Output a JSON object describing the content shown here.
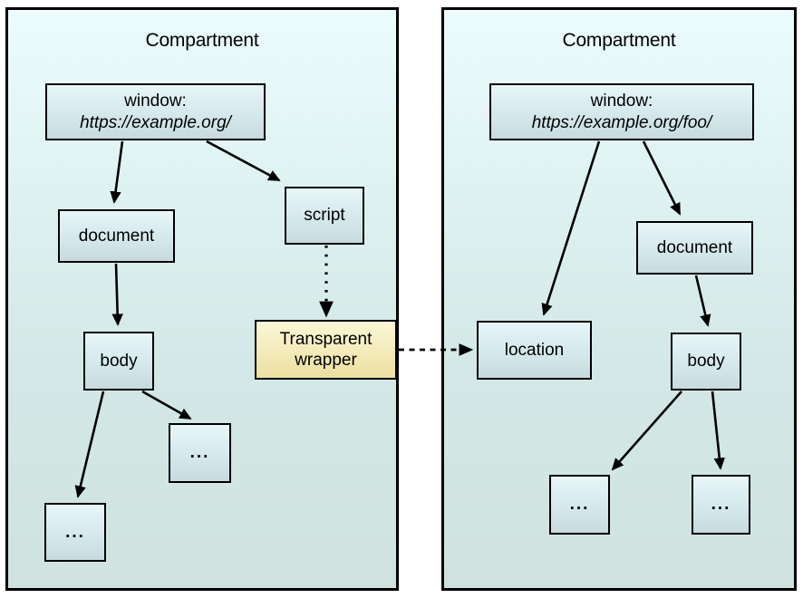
{
  "title": "Compartment diagram of cross-origin window wrappers",
  "colors": {
    "compartment_fill_top": "#ecfcfd",
    "compartment_fill_bottom": "#cfe2e0",
    "compartment_border": "#000000",
    "node_fill_top": "#e8f6f8",
    "node_fill_bottom": "#c7dade",
    "node_border": "#000000",
    "wrapper_fill_top": "#fbf6d6",
    "wrapper_fill_bottom": "#ebdf9f",
    "edge_color": "#000000",
    "page_background": "#ffffff"
  },
  "compartments": [
    {
      "id": "left",
      "title": "Compartment",
      "nodes": {
        "window_label": "window:",
        "window_url": "https://example.org/",
        "document": "document",
        "script": "script",
        "body": "body",
        "ellipsis_a": "...",
        "ellipsis_b": "...",
        "wrapper_line1": "Transparent",
        "wrapper_line2": "wrapper"
      }
    },
    {
      "id": "right",
      "title": "Compartment",
      "nodes": {
        "window_label": "window:",
        "window_url": "https://example.org/foo/",
        "document": "document",
        "location": "location",
        "body": "body",
        "ellipsis_a": "...",
        "ellipsis_b": "..."
      }
    }
  ],
  "edges": [
    {
      "from": "window-left",
      "to": "document-left",
      "style": "solid",
      "arrow": true
    },
    {
      "from": "window-left",
      "to": "script",
      "style": "solid",
      "arrow": true
    },
    {
      "from": "document-left",
      "to": "body-left",
      "style": "solid",
      "arrow": true
    },
    {
      "from": "body-left",
      "to": "ellipsis-l1",
      "style": "solid",
      "arrow": true
    },
    {
      "from": "body-left",
      "to": "ellipsis-l2",
      "style": "solid",
      "arrow": true
    },
    {
      "from": "script",
      "to": "wrapper",
      "style": "dotted",
      "arrow": true
    },
    {
      "from": "wrapper",
      "to": "location",
      "style": "dashed",
      "arrow": true
    },
    {
      "from": "window-right",
      "to": "location",
      "style": "solid",
      "arrow": true
    },
    {
      "from": "window-right",
      "to": "document-right",
      "style": "solid",
      "arrow": true
    },
    {
      "from": "document-right",
      "to": "body-right",
      "style": "solid",
      "arrow": true
    },
    {
      "from": "body-right",
      "to": "ellipsis-r1",
      "style": "solid",
      "arrow": true
    },
    {
      "from": "body-right",
      "to": "ellipsis-r2",
      "style": "solid",
      "arrow": true
    }
  ]
}
